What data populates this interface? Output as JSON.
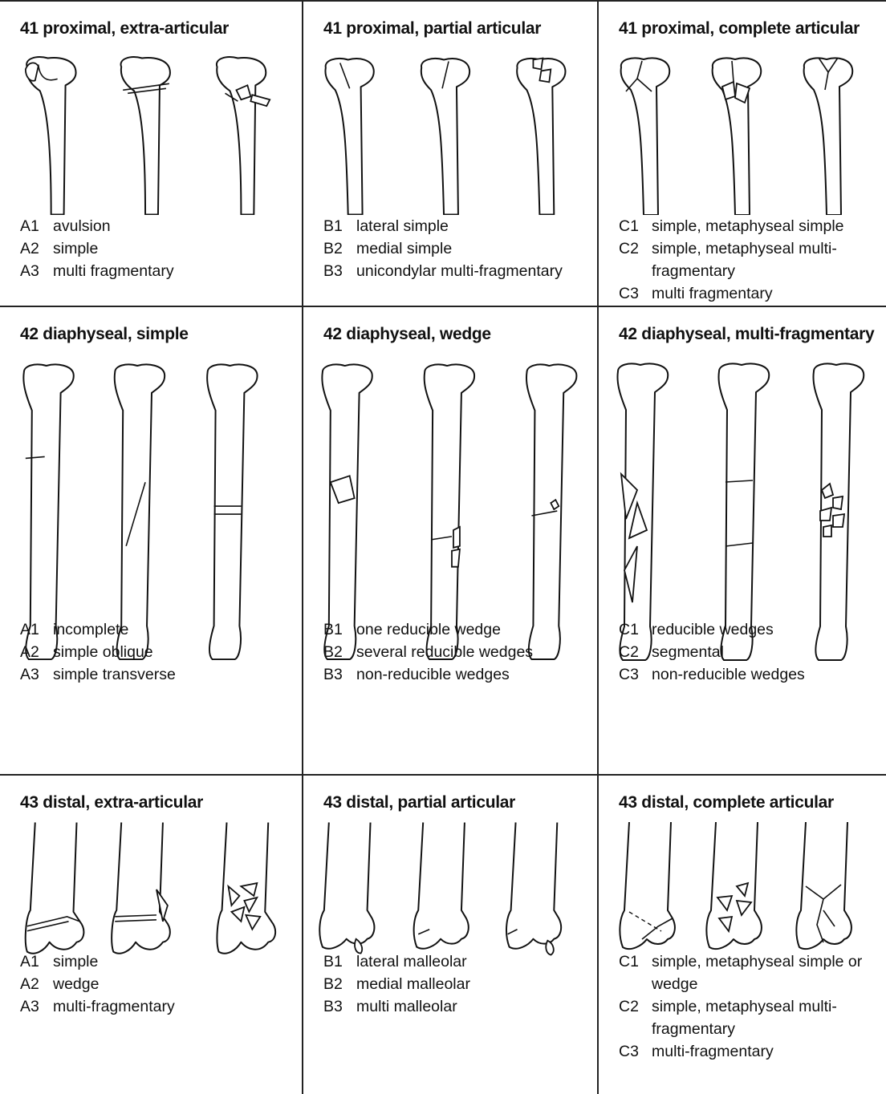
{
  "panels": [
    {
      "title": "41 proximal, extra-articular",
      "items": [
        {
          "code": "A1",
          "text": "avulsion"
        },
        {
          "code": "A2",
          "text": "simple"
        },
        {
          "code": "A3",
          "text": "multi fragmentary"
        }
      ]
    },
    {
      "title": "41 proximal, partial articular",
      "items": [
        {
          "code": "B1",
          "text": "lateral simple"
        },
        {
          "code": "B2",
          "text": "medial simple"
        },
        {
          "code": "B3",
          "text": "unicondylar multi-fragmentary"
        }
      ]
    },
    {
      "title": "41 proximal, complete articular",
      "items": [
        {
          "code": "C1",
          "text": "simple, metaphyseal simple"
        },
        {
          "code": "C2",
          "text": "simple, metaphyseal multi-fragmentary"
        },
        {
          "code": "C3",
          "text": "multi fragmentary"
        }
      ]
    },
    {
      "title": "42 diaphyseal, simple",
      "items": [
        {
          "code": "A1",
          "text": "incomplete"
        },
        {
          "code": "A2",
          "text": "simple oblique"
        },
        {
          "code": "A3",
          "text": "simple transverse"
        }
      ]
    },
    {
      "title": "42 diaphyseal, wedge",
      "items": [
        {
          "code": "B1",
          "text": "one reducible wedge"
        },
        {
          "code": "B2",
          "text": "several reducible wedges"
        },
        {
          "code": "B3",
          "text": "non-reducible wedges"
        }
      ]
    },
    {
      "title": "42 diaphyseal, multi-fragmentary",
      "items": [
        {
          "code": "C1",
          "text": "reducible wedges"
        },
        {
          "code": "C2",
          "text": "segmental"
        },
        {
          "code": "C3",
          "text": "non-reducible wedges"
        }
      ]
    },
    {
      "title": "43 distal, extra-articular",
      "items": [
        {
          "code": "A1",
          "text": "simple"
        },
        {
          "code": "A2",
          "text": "wedge"
        },
        {
          "code": "A3",
          "text": "multi-fragmentary"
        }
      ]
    },
    {
      "title": "43 distal, partial articular",
      "items": [
        {
          "code": "B1",
          "text": "lateral malleolar"
        },
        {
          "code": "B2",
          "text": "medial malleolar"
        },
        {
          "code": "B3",
          "text": "multi malleolar"
        }
      ]
    },
    {
      "title": "43 distal, complete articular",
      "items": [
        {
          "code": "C1",
          "text": "simple, metaphyseal simple or wedge"
        },
        {
          "code": "C2",
          "text": "simple, metaphyseal multi-fragmentary"
        },
        {
          "code": "C3",
          "text": "multi-fragmentary"
        }
      ]
    }
  ]
}
